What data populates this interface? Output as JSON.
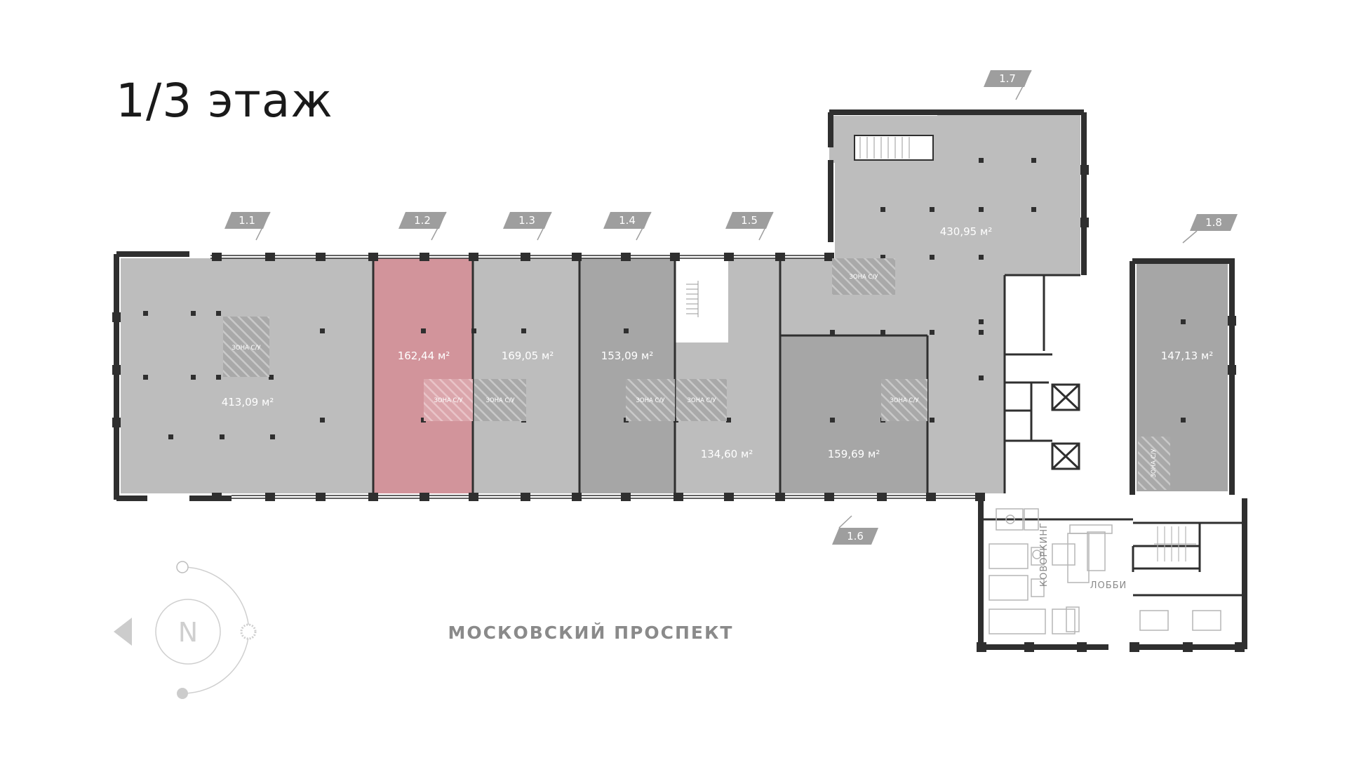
{
  "floor": {
    "title": "1/3 этаж"
  },
  "units": [
    {
      "id": "1.1",
      "area": "413,09 м²",
      "selected": false
    },
    {
      "id": "1.2",
      "area": "162,44 м²",
      "selected": true
    },
    {
      "id": "1.3",
      "area": "169,05 м²",
      "selected": false
    },
    {
      "id": "1.4",
      "area": "153,09 м²",
      "selected": false
    },
    {
      "id": "1.5",
      "area": "134,60 м²",
      "selected": false
    },
    {
      "id": "1.6",
      "area": "159,69 м²",
      "selected": false
    },
    {
      "id": "1.7",
      "area": "430,95 м²",
      "selected": false
    },
    {
      "id": "1.8",
      "area": "147,13 м²",
      "selected": false
    }
  ],
  "zone_label": "ЗОНА С/У",
  "street": "МОСКОВСКИЙ ПРОСПЕКТ",
  "labels": {
    "coworking": "КОВОРКИНГ",
    "lobby": "ЛОББИ"
  },
  "compass": {
    "label": "N"
  },
  "colors": {
    "room": "#bdbdbd",
    "room_dark": "#a6a6a6",
    "selected": "#d2949b",
    "wall": "#2f2f2f",
    "tag": "#9e9e9e"
  }
}
